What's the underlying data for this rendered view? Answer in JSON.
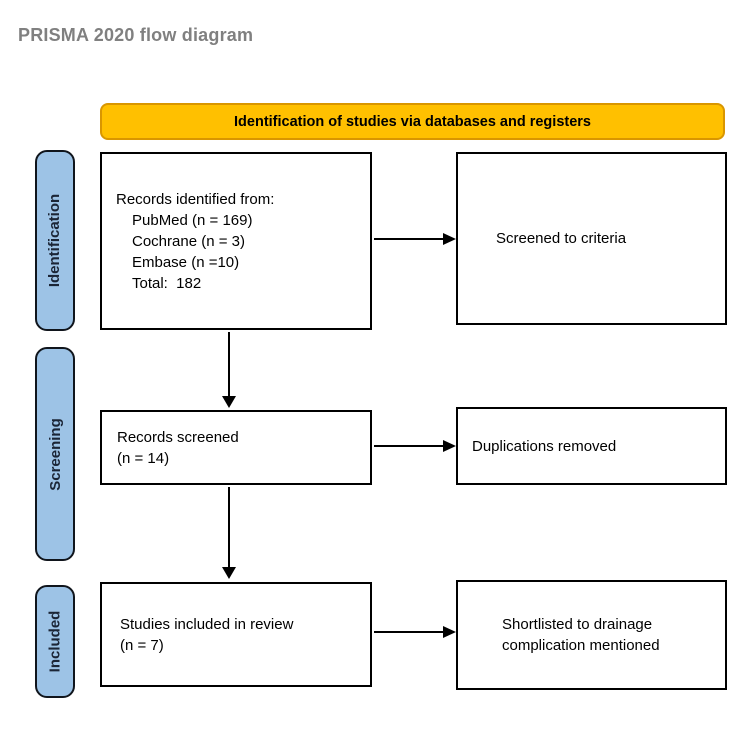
{
  "page": {
    "title": "PRISMA 2020 flow diagram"
  },
  "banner": {
    "label": "Identification of studies via databases and registers"
  },
  "sidebar": {
    "identification": "Identification",
    "screening": "Screening",
    "included": "Included"
  },
  "flow": {
    "records_identified": {
      "line1": "Records identified from:",
      "line2": "PubMed (n = 169)",
      "line3": "Cochrane (n = 3)",
      "line4": "Embase (n =10)",
      "line5": "Total:  182"
    },
    "screened_to_criteria": "Screened to criteria",
    "records_screened": {
      "line1": "Records screened",
      "line2": "(n = 14)"
    },
    "duplications_removed": "Duplications removed",
    "studies_included": {
      "line1": "Studies included in review",
      "line2": "(n = 7)"
    },
    "shortlisted": {
      "line1": "Shortlisted to drainage",
      "line2": "complication mentioned"
    }
  },
  "colors": {
    "banner_fill": "#FFC000",
    "banner_border": "#D99600",
    "sidebar_fill": "#9DC3E6",
    "sidebar_border": "#10151C",
    "sidebar_text": "#1B2536",
    "title_text": "#808080",
    "box_border": "#000000",
    "arrow": "#000000"
  }
}
